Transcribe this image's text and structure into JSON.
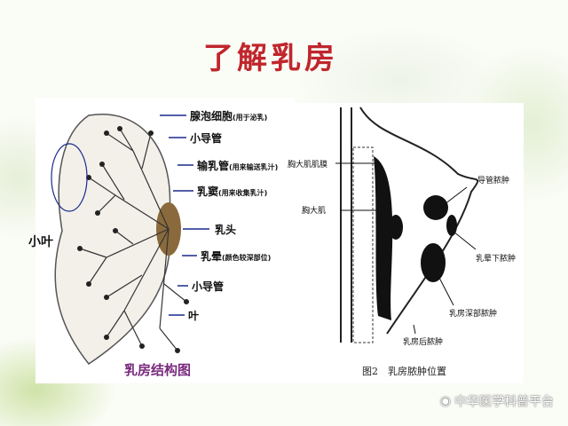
{
  "title": "了解乳房",
  "left_diagram": {
    "caption": "乳房结构图",
    "lobule_label": "小叶",
    "labels": [
      {
        "main": "腺泡细胞",
        "note": "(用于泌乳)"
      },
      {
        "main": "小导管",
        "note": ""
      },
      {
        "main": "输乳管",
        "note": "(用来输送乳汁)"
      },
      {
        "main": "乳窦",
        "note": "(用来收集乳汁)"
      },
      {
        "main": "乳头",
        "note": ""
      },
      {
        "main": "乳晕",
        "note": "(颜色较深部位)"
      },
      {
        "main": "小导管",
        "note": ""
      },
      {
        "main": "叶",
        "note": ""
      }
    ]
  },
  "right_diagram": {
    "caption": "图2　乳房脓肿位置",
    "labels": [
      "胸大肌肌膜",
      "胸大肌",
      "导管脓肿",
      "乳晕下脓肿",
      "乳房深部脓肿",
      "乳房后脓肿"
    ]
  },
  "watermark": "中华医学科普平台",
  "colors": {
    "title": "#c0262c",
    "caption": "#7a2a7e",
    "leader": "#1a2a8a"
  }
}
